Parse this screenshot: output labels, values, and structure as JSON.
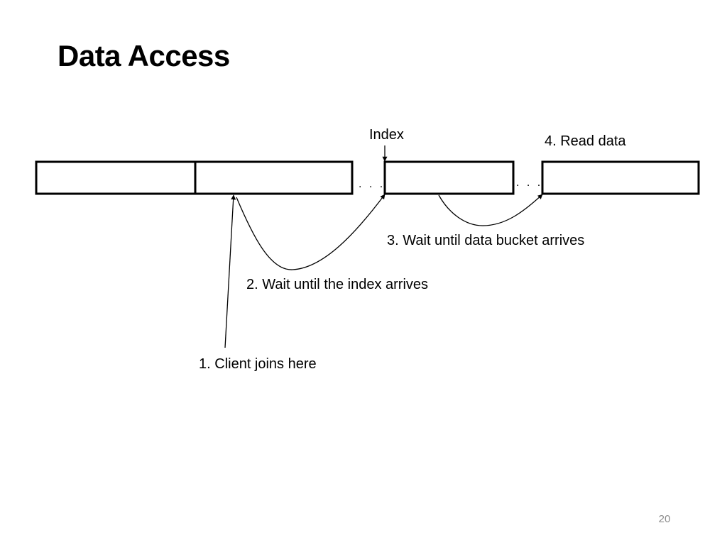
{
  "slide": {
    "title": "Data Access",
    "page_number": "20"
  },
  "diagram": {
    "separator": ". . .",
    "labels": {
      "index": "Index",
      "step1": "1. Client joins here",
      "step2": "2. Wait until the index arrives",
      "step3": "3. Wait until data bucket arrives",
      "step4": "4. Read data"
    }
  },
  "colors": {
    "stroke": "#000000",
    "page_number": "#8c8c8c"
  }
}
